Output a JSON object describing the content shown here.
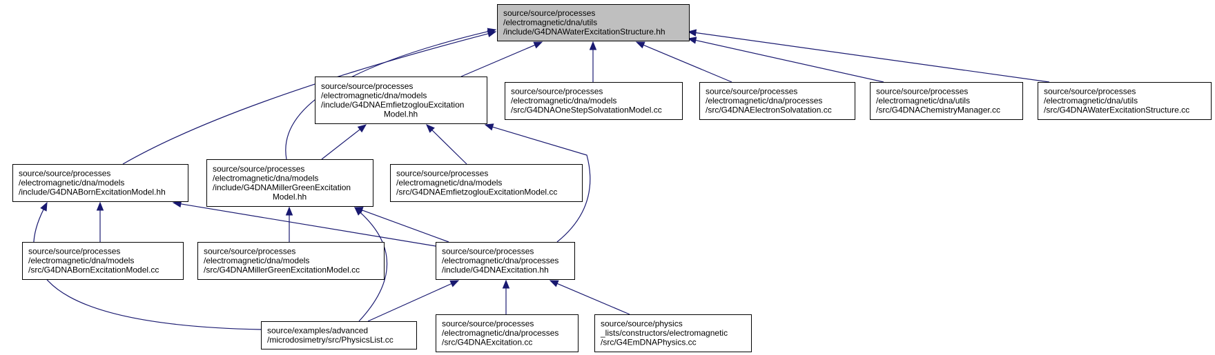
{
  "nodes": [
    {
      "id": "root",
      "root": true,
      "lines": [
        "source/source/processes",
        "/electromagnetic/dna/utils",
        "/include/G4DNAWaterExcitationStructure.hh"
      ]
    },
    {
      "id": "emfietzoglou_hh",
      "lines": [
        "source/source/processes",
        "/electromagnetic/dna/models",
        "/include/G4DNAEmfietzoglouExcitation",
        "Model.hh"
      ]
    },
    {
      "id": "onestep_cc",
      "lines": [
        "source/source/processes",
        "/electromagnetic/dna/models",
        "/src/G4DNAOneStepSolvatationModel.cc"
      ]
    },
    {
      "id": "electronsolv_cc",
      "lines": [
        "source/source/processes",
        "/electromagnetic/dna/processes",
        "/src/G4DNAElectronSolvatation.cc"
      ]
    },
    {
      "id": "chemmanager_cc",
      "lines": [
        "source/source/processes",
        "/electromagnetic/dna/utils",
        "/src/G4DNAChemistryManager.cc"
      ]
    },
    {
      "id": "waterexc_cc",
      "lines": [
        "source/source/processes",
        "/electromagnetic/dna/utils",
        "/src/G4DNAWaterExcitationStructure.cc"
      ]
    },
    {
      "id": "born_hh",
      "lines": [
        "source/source/processes",
        "/electromagnetic/dna/models",
        "/include/G4DNABornExcitationModel.hh"
      ]
    },
    {
      "id": "millergreen_hh",
      "lines": [
        "source/source/processes",
        "/electromagnetic/dna/models",
        "/include/G4DNAMillerGreenExcitation",
        "Model.hh"
      ]
    },
    {
      "id": "emfietzoglou_cc",
      "lines": [
        "source/source/processes",
        "/electromagnetic/dna/models",
        "/src/G4DNAEmfietzoglouExcitationModel.cc"
      ]
    },
    {
      "id": "born_cc",
      "lines": [
        "source/source/processes",
        "/electromagnetic/dna/models",
        "/src/G4DNABornExcitationModel.cc"
      ]
    },
    {
      "id": "millergreen_cc",
      "lines": [
        "source/source/processes",
        "/electromagnetic/dna/models",
        "/src/G4DNAMillerGreenExcitationModel.cc"
      ]
    },
    {
      "id": "excitation_hh",
      "lines": [
        "source/source/processes",
        "/electromagnetic/dna/processes",
        "/include/G4DNAExcitation.hh"
      ]
    },
    {
      "id": "physicslist_cc",
      "lines": [
        "source/examples/advanced",
        "/microdosimetry/src/PhysicsList.cc"
      ]
    },
    {
      "id": "excitation_cc",
      "lines": [
        "source/source/processes",
        "/electromagnetic/dna/processes",
        "/src/G4DNAExcitation.cc"
      ]
    },
    {
      "id": "emdnaphysics_cc",
      "lines": [
        "source/source/physics",
        "_lists/constructors/electromagnetic",
        "/src/G4EmDNAPhysics.cc"
      ]
    }
  ],
  "edges": [
    {
      "from": "emfietzoglou_hh",
      "to": "root"
    },
    {
      "from": "onestep_cc",
      "to": "root"
    },
    {
      "from": "electronsolv_cc",
      "to": "root"
    },
    {
      "from": "chemmanager_cc",
      "to": "root"
    },
    {
      "from": "waterexc_cc",
      "to": "root"
    },
    {
      "from": "born_hh",
      "to": "root"
    },
    {
      "from": "millergreen_hh",
      "to": "root"
    },
    {
      "from": "millergreen_hh",
      "to": "emfietzoglou_hh"
    },
    {
      "from": "emfietzoglou_cc",
      "to": "emfietzoglou_hh"
    },
    {
      "from": "excitation_hh",
      "to": "emfietzoglou_hh"
    },
    {
      "from": "born_cc",
      "to": "born_hh"
    },
    {
      "from": "physicslist_cc",
      "to": "born_hh"
    },
    {
      "from": "excitation_hh",
      "to": "born_hh"
    },
    {
      "from": "millergreen_cc",
      "to": "millergreen_hh"
    },
    {
      "from": "excitation_hh",
      "to": "millergreen_hh"
    },
    {
      "from": "physicslist_cc",
      "to": "millergreen_hh"
    },
    {
      "from": "physicslist_cc",
      "to": "excitation_hh"
    },
    {
      "from": "excitation_cc",
      "to": "excitation_hh"
    },
    {
      "from": "emdnaphysics_cc",
      "to": "excitation_hh"
    }
  ]
}
